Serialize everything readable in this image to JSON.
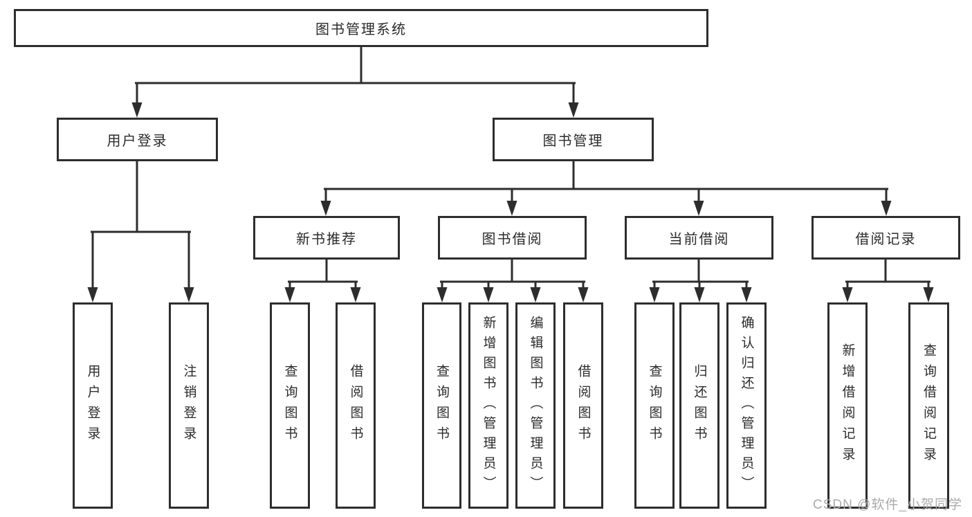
{
  "tree": {
    "label": "图书管理系统",
    "children": [
      {
        "label": "用户登录",
        "children": [
          {
            "label": "用户登录"
          },
          {
            "label": "注销登录"
          }
        ]
      },
      {
        "label": "图书管理",
        "children": [
          {
            "label": "新书推荐",
            "children": [
              {
                "label": "查询图书"
              },
              {
                "label": "借阅图书"
              }
            ]
          },
          {
            "label": "图书借阅",
            "children": [
              {
                "label": "查询图书"
              },
              {
                "label": "新增图书（管理员）"
              },
              {
                "label": "编辑图书（管理员）"
              },
              {
                "label": "借阅图书"
              }
            ]
          },
          {
            "label": "当前借阅",
            "children": [
              {
                "label": "查询图书"
              },
              {
                "label": "归还图书"
              },
              {
                "label": "确认归还（管理员）"
              }
            ]
          },
          {
            "label": "借阅记录",
            "children": [
              {
                "label": "新增借阅记录"
              },
              {
                "label": "查询借阅记录"
              }
            ]
          }
        ]
      }
    ]
  },
  "watermark": {
    "text": "CSDN @软件_小贺同学"
  },
  "colors": {
    "line": "#2d2d2d",
    "box_border": "#2d2d2d",
    "text": "#2b2b2b",
    "watermark": "#ababab",
    "background": "#ffffff"
  }
}
